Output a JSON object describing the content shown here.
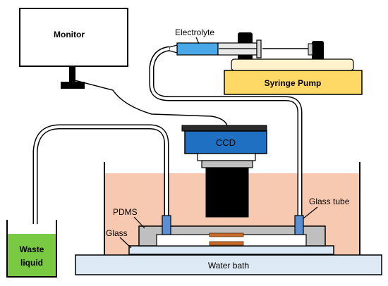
{
  "labels": {
    "monitor": "Monitor",
    "electrolyte": "Electrolyte",
    "syringe_pump": "Syringe Pump",
    "ccd": "CCD",
    "pdms": "PDMS",
    "glass": "Glass",
    "glass_tube": "Glass tube",
    "waste_line1": "Waste",
    "waste_line2": "liquid",
    "water_bath": "Water bath"
  },
  "colors": {
    "water": "#f6c9b0",
    "ccd_body": "#1f6fc2",
    "pump_base": "#ffd966",
    "electrolyte": "#4aa8e8",
    "glass_tube": "#5b8fd4",
    "waste_liquid": "#7ac943",
    "sample_layer": "#c86a2a",
    "bath_base": "#dde9f4",
    "pdms": "#bfbfbf"
  }
}
